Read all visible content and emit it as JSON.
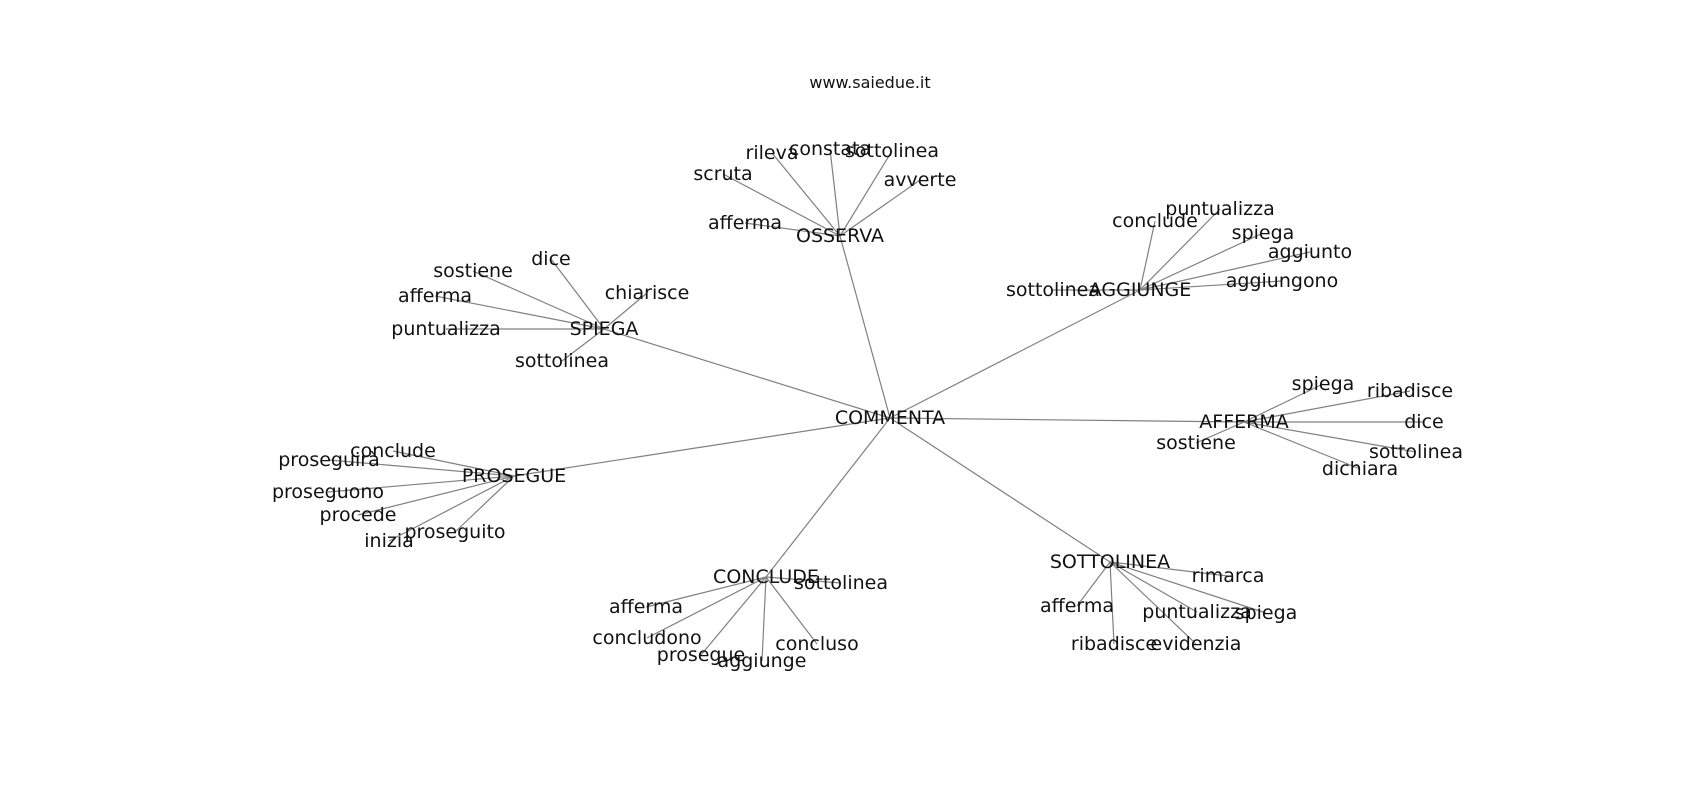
{
  "header": {
    "site": "www.saiedue.it"
  },
  "graph": {
    "root": "COMMENTA",
    "hubs": [
      {
        "label": "OSSERVA",
        "leaves": [
          "afferma",
          "scruta",
          "rileva",
          "constata",
          "sottolinea",
          "avverte"
        ]
      },
      {
        "label": "AGGIUNGE",
        "leaves": [
          "sottolinea",
          "conclude",
          "puntualizza",
          "spiega",
          "aggiunto",
          "aggiungono"
        ]
      },
      {
        "label": "SPIEGA",
        "leaves": [
          "sostiene",
          "dice",
          "chiarisce",
          "afferma",
          "puntualizza",
          "sottolinea"
        ]
      },
      {
        "label": "AFFERMA",
        "leaves": [
          "spiega",
          "ribadisce",
          "dice",
          "sottolinea",
          "dichiara",
          "sostiene"
        ]
      },
      {
        "label": "PROSEGUE",
        "leaves": [
          "conclude",
          "proseguirà",
          "proseguono",
          "procede",
          "inizia",
          "proseguito"
        ]
      },
      {
        "label": "CONCLUDE",
        "leaves": [
          "afferma",
          "concludono",
          "prosegue",
          "aggiunge",
          "concluso",
          "sottolinea"
        ]
      },
      {
        "label": "SOTTOLINEA",
        "leaves": [
          "rimarca",
          "afferma",
          "ribadisce",
          "evidenzia",
          "puntualizza",
          "spiega"
        ]
      }
    ]
  }
}
